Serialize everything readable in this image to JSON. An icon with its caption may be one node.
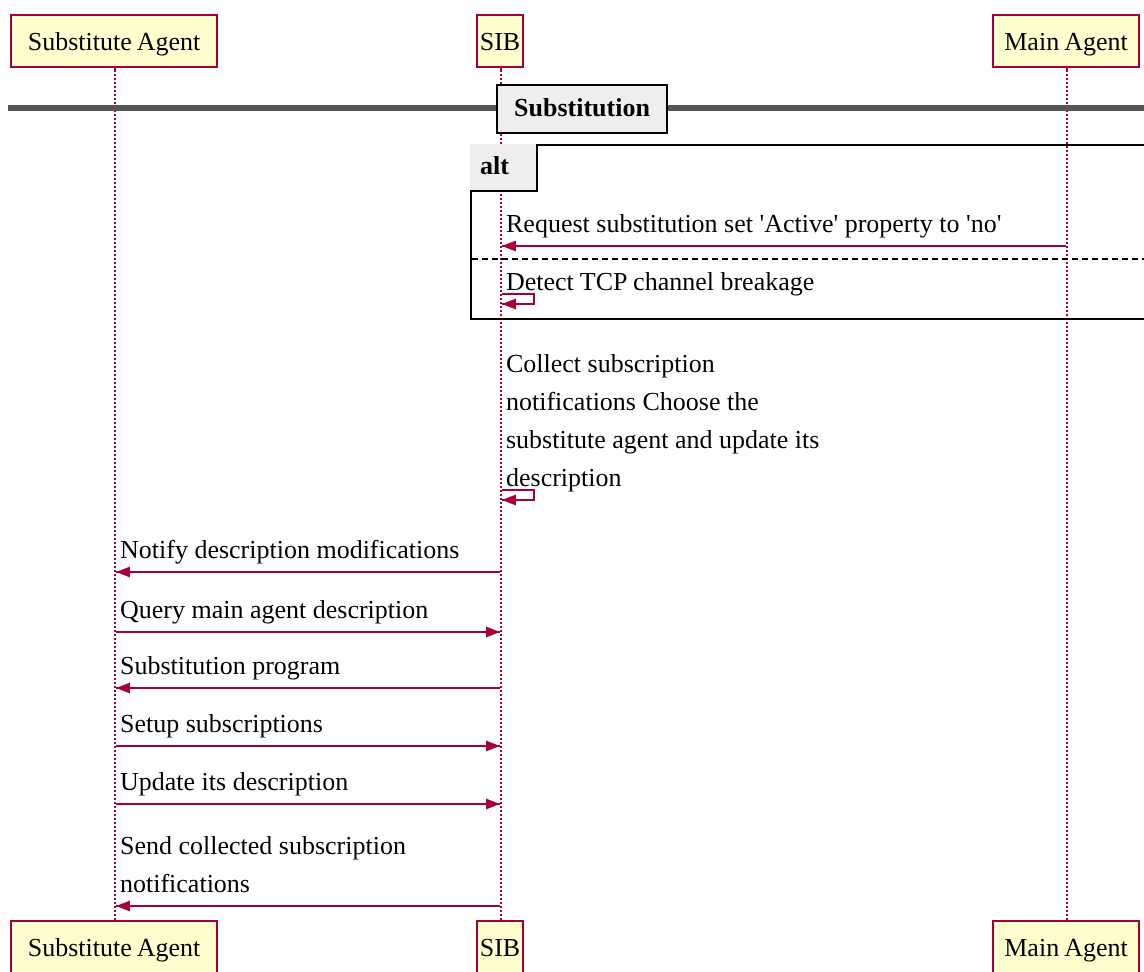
{
  "diagram": {
    "nodes": [
      {
        "text": [
          "Substitute Agent"
        ]
      },
      {
        "text": [
          "SIB"
        ]
      },
      {
        "text": [
          "Main Agent"
        ]
      },
      {
        "text": [],
        "shape": "line"
      },
      {
        "text": [],
        "shape": "line"
      },
      {
        "text": [],
        "shape": "line"
      },
      {
        "text": [
          "Substitution"
        ]
      },
      {
        "text": [
          "alt"
        ]
      },
      {
        "text": [
          "Substitute Agent"
        ]
      },
      {
        "text": [
          "SIB"
        ]
      },
      {
        "text": [
          "Main Agent"
        ]
      }
    ],
    "edges": [
      {
        "from": 5,
        "to": 4,
        "arrow": "to",
        "label": "Request substitution set 'Active' property to 'no'"
      },
      {
        "from": 4,
        "to": 4,
        "arrow": "to",
        "label": "Detect TCP channel breakage"
      },
      {
        "from": 4,
        "to": 4,
        "arrow": "to",
        "label": "Collect subscription notifications Choose the substitute agent and update its description"
      },
      {
        "from": 4,
        "to": 3,
        "arrow": "to",
        "label": "Notify description modifications"
      },
      {
        "from": 3,
        "to": 4,
        "arrow": "to",
        "label": "Query main agent description"
      },
      {
        "from": 4,
        "to": 3,
        "arrow": "to",
        "label": "Substitution program"
      },
      {
        "from": 3,
        "to": 4,
        "arrow": "to",
        "label": "Setup subscriptions"
      },
      {
        "from": 3,
        "to": 4,
        "arrow": "to",
        "label": "Update its description"
      },
      {
        "from": 4,
        "to": 3,
        "arrow": "to",
        "label": "Send collected subscription notifications"
      }
    ]
  }
}
